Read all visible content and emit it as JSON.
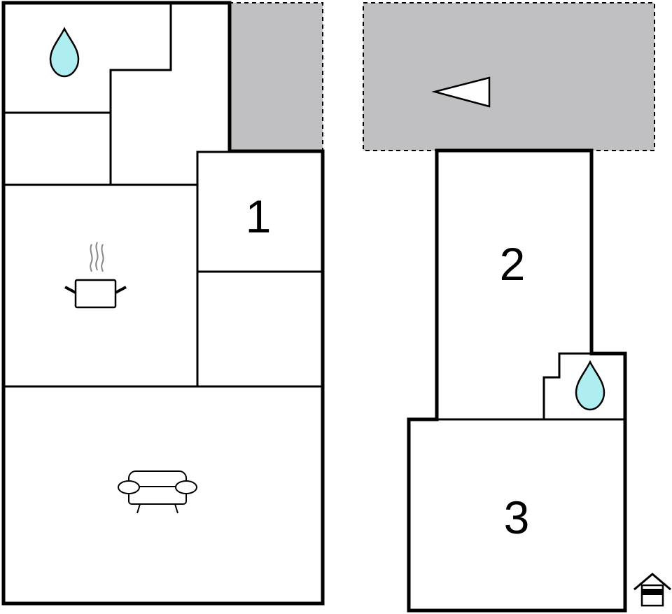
{
  "floors": [
    {
      "rooms": [
        {
          "number": "",
          "icon": "water-drop-icon"
        },
        {
          "number": "1",
          "icon": ""
        },
        {
          "number": "",
          "icon": "cooking-pot-icon"
        },
        {
          "number": "",
          "icon": "sofa-icon"
        }
      ]
    },
    {
      "rooms": [
        {
          "number": "2",
          "icon": ""
        },
        {
          "number": "",
          "icon": "water-drop-icon"
        },
        {
          "number": "3",
          "icon": ""
        }
      ]
    }
  ],
  "colors": {
    "wall": "#000000",
    "terrace": "#c0c0c2",
    "water": "#aeeef0",
    "background": "#ffffff"
  },
  "legend": {
    "icon": "house-entrance-icon"
  },
  "terraces": [
    {
      "icon": ""
    },
    {
      "icon": "direction-arrow-icon"
    }
  ]
}
